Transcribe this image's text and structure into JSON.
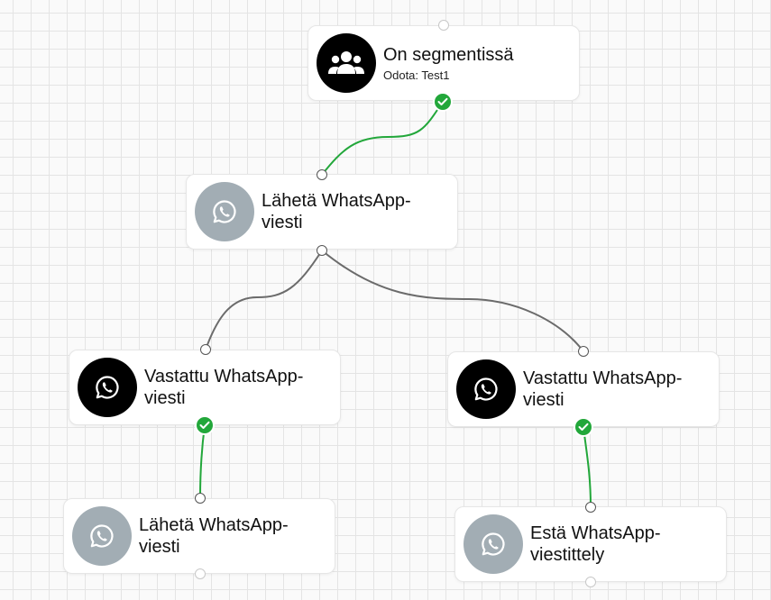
{
  "nodes": {
    "segment": {
      "title": "On segmentissä",
      "subtitle": "Odota: Test1",
      "icon": "users-group-icon"
    },
    "send1": {
      "title": "Lähetä WhatsApp-viesti",
      "icon": "whatsapp-icon"
    },
    "replied_left": {
      "title": "Vastattu WhatsApp-viesti",
      "icon": "whatsapp-icon"
    },
    "replied_right": {
      "title": "Vastattu WhatsApp-viesti",
      "icon": "whatsapp-icon"
    },
    "send2": {
      "title": "Lähetä WhatsApp-viesti",
      "icon": "whatsapp-icon"
    },
    "block": {
      "title": "Estä WhatsApp-viestittely",
      "icon": "whatsapp-icon"
    }
  },
  "colors": {
    "connector_success": "#22a73a",
    "connector_default": "#6b6b6b",
    "icon_dark": "#000000",
    "icon_gray": "#a2adb4"
  }
}
